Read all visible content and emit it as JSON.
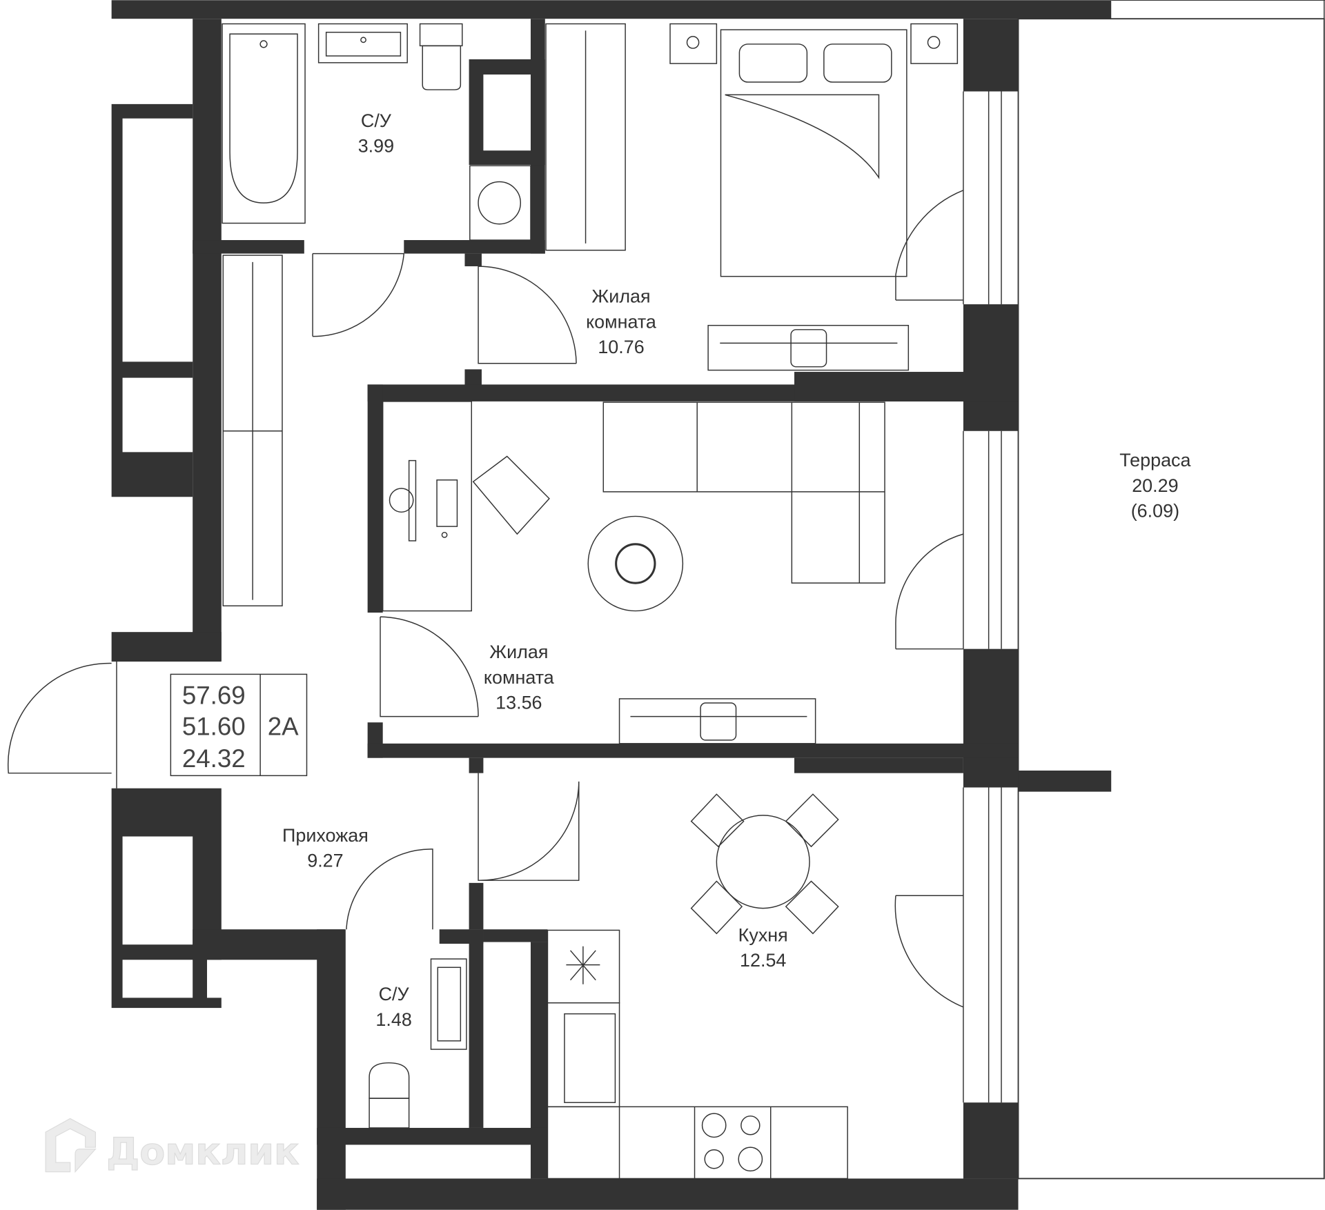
{
  "rooms": [
    {
      "name": "С/У",
      "area": "3.99"
    },
    {
      "name": "Жилая комната",
      "name_lines": [
        "Жилая",
        "комната"
      ],
      "area": "10.76"
    },
    {
      "name": "Жилая комната",
      "name_lines": [
        "Жилая",
        "комната"
      ],
      "area": "13.56"
    },
    {
      "name": "Прихожая",
      "area": "9.27"
    },
    {
      "name": "С/У",
      "area": "1.48"
    },
    {
      "name": "Кухня",
      "area": "12.54"
    },
    {
      "name": "Терраса",
      "area": "20.29",
      "area_reduced": "(6.09)"
    }
  ],
  "summary": {
    "total_area": "57.69",
    "living_area_total": "51.60",
    "living_area": "24.32",
    "apartment_type": "2A"
  },
  "watermark": "Домклик",
  "colors": {
    "wall": "#333333",
    "background": "#ffffff"
  }
}
